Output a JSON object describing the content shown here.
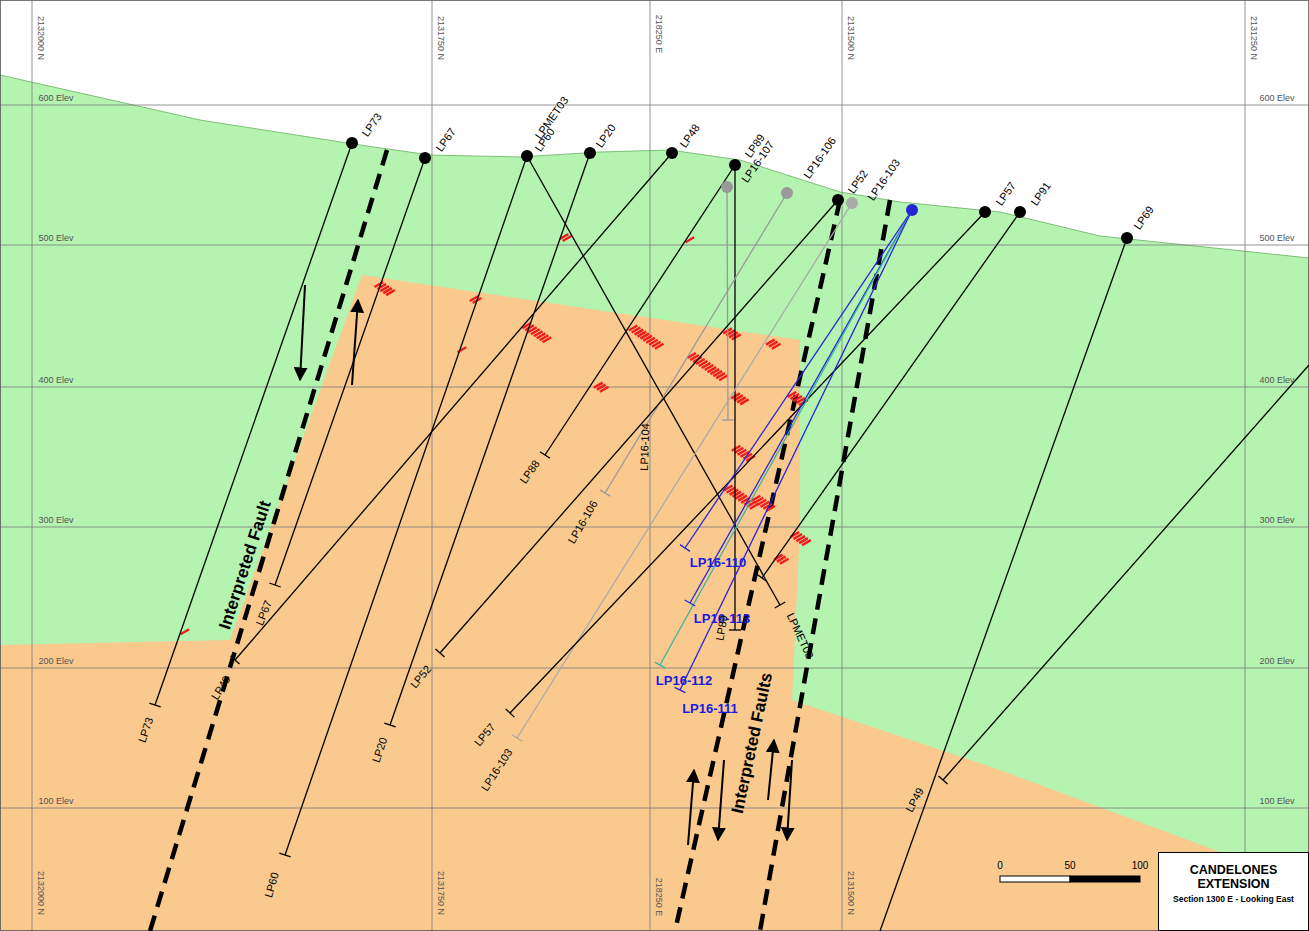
{
  "diagram": {
    "nodes": [
      {
        "text": [
          "CANDELONES EXTENSION",
          "Section 1300 E - Looking East"
        ]
      }
    ],
    "labels": [
      "2132000 N",
      "2131750 N",
      "218250 E",
      "2131500 N",
      "2131250 N",
      "600 Elev",
      "600 Elev",
      "500 Elev",
      "500 Elev",
      "400 Elev",
      "400 Elev",
      "300 Elev",
      "300 Elev",
      "200 Elev",
      "200 Elev",
      "100 Elev",
      "100 Elev",
      "LP73",
      "LP67",
      "LPMET03",
      "LP60",
      "LP20",
      "LP48",
      "LP89",
      "LP16-107",
      "LP16-106",
      "LP52",
      "LP16-103",
      "LP57",
      "LP91",
      "LP69",
      "LP73",
      "LP67",
      "LP48",
      "LP20",
      "LP52",
      "LP88",
      "LP16-106",
      "LP16-104",
      "LP57",
      "LP16-103",
      "LP60",
      "LP16-110",
      "LP16-113",
      "LP16-112",
      "LP16-111",
      "LP89",
      "LPMET03",
      "LP49",
      "Interpreted Fault",
      "Interpreted Faults",
      "2132000 N",
      "2131750 N",
      "218250 E",
      "2131500 N",
      "0",
      "50",
      "100"
    ]
  }
}
